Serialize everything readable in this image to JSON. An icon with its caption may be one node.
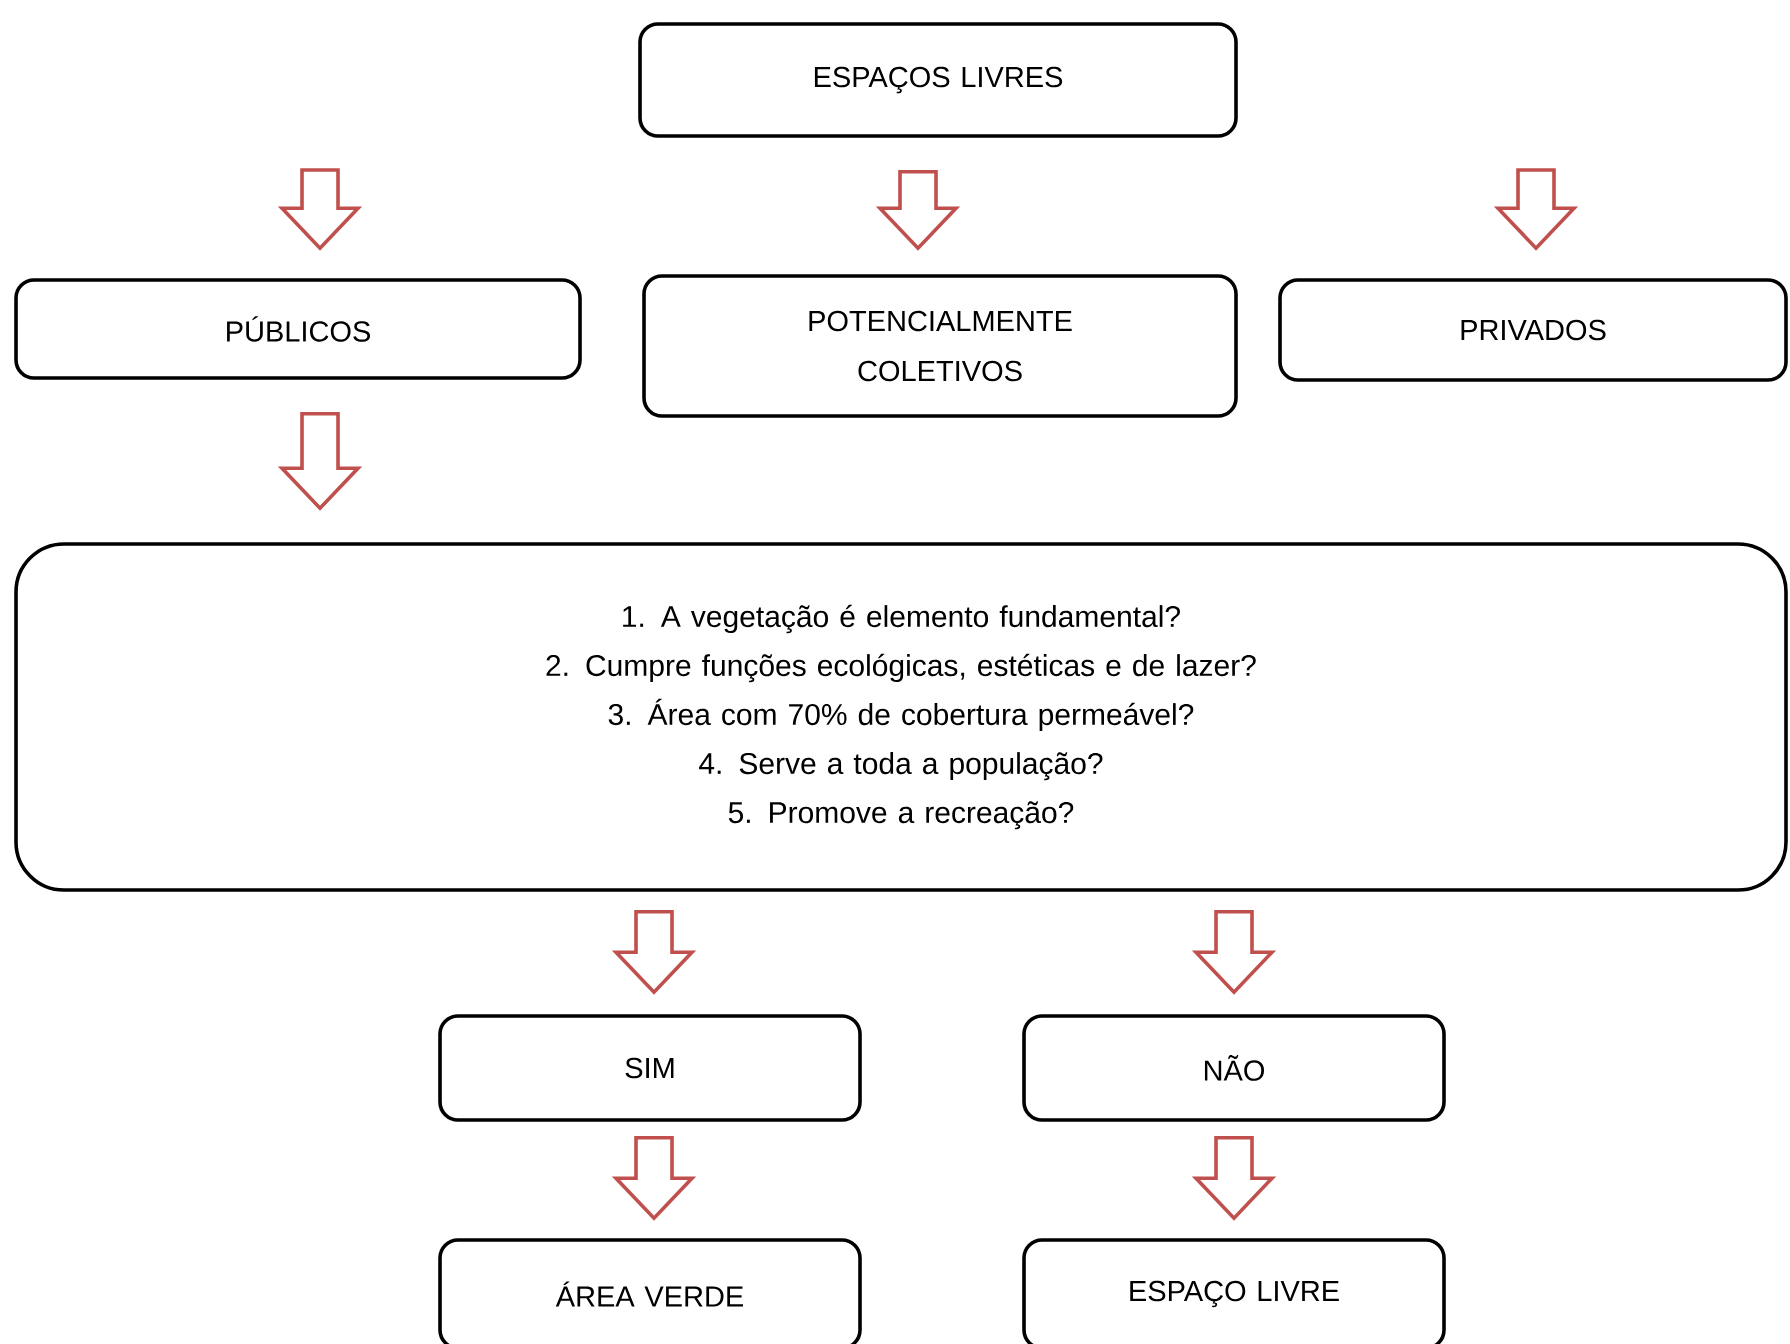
{
  "diagram": {
    "nodes": [
      {
        "text": [
          "ESPAÇOS LIVRES"
        ]
      },
      {
        "text": [
          "PÚBLICOS"
        ]
      },
      {
        "text": [
          "POTENCIALMENTE COLETIVOS"
        ]
      },
      {
        "text": [
          "PRIVADOS"
        ]
      },
      {
        "text": [
          "1. A vegetação é elemento fundamental?",
          "2. Cumpre funções ecológicas, estéticas e de lazer?",
          "3. Área com 70% de cobertura permeável?",
          "4. Serve a toda a população?",
          "5. Promove a recreação?"
        ]
      },
      {
        "text": [
          "SIM"
        ]
      },
      {
        "text": [
          "NÃO"
        ]
      },
      {
        "text": [
          "ÁREA VERDE"
        ]
      },
      {
        "text": [
          "ESPAÇO LIVRE"
        ]
      }
    ],
    "edges": [
      {
        "from": null,
        "to": 1,
        "arrow": "to",
        "color": "#c0504d"
      },
      {
        "from": 0,
        "to": 2,
        "arrow": "to",
        "color": "#c0504d"
      },
      {
        "from": null,
        "to": 3,
        "arrow": "to",
        "color": "#c0504d"
      },
      {
        "from": 1,
        "to": 4,
        "arrow": "to",
        "color": "#c0504d"
      },
      {
        "from": 4,
        "to": 5,
        "arrow": "to",
        "color": "#c0504d"
      },
      {
        "from": 4,
        "to": 6,
        "arrow": "to",
        "color": "#c0504d"
      },
      {
        "from": 5,
        "to": 7,
        "arrow": "to",
        "color": "#c0504d"
      },
      {
        "from": 6,
        "to": 8,
        "arrow": "to",
        "color": "#c0504d"
      }
    ]
  }
}
